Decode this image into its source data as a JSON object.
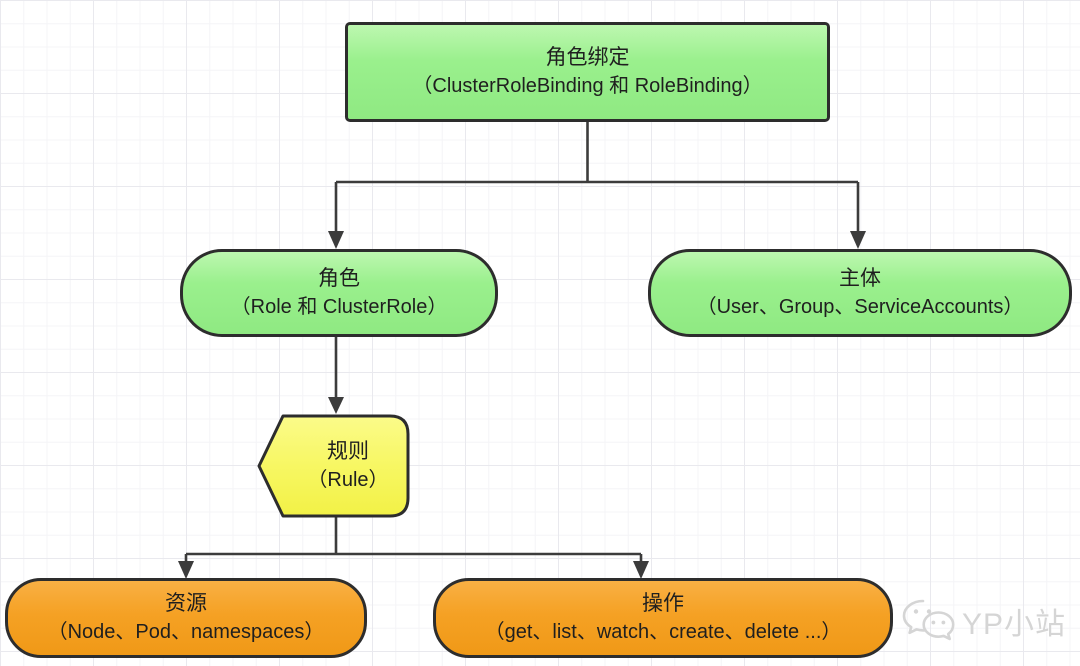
{
  "nodes": {
    "role_binding": {
      "title": "角色绑定",
      "subtitle": "（ClusterRoleBinding 和 RoleBinding）",
      "shape": "rectangle",
      "fill": "green"
    },
    "role": {
      "title": "角色",
      "subtitle": "（Role 和 ClusterRole）",
      "shape": "rounded",
      "fill": "green"
    },
    "subject": {
      "title": "主体",
      "subtitle": "（User、Group、ServiceAccounts）",
      "shape": "rounded",
      "fill": "green"
    },
    "rule": {
      "title": "规则",
      "subtitle": "（Rule）",
      "shape": "left-point-pentagon",
      "fill": "yellow"
    },
    "resource": {
      "title": "资源",
      "subtitle": "（Node、Pod、namespaces）",
      "shape": "rounded",
      "fill": "orange"
    },
    "operation": {
      "title": "操作",
      "subtitle": "（get、list、watch、create、delete ...）",
      "shape": "rounded",
      "fill": "orange"
    }
  },
  "edges": [
    {
      "from": "role_binding",
      "to": "role"
    },
    {
      "from": "role_binding",
      "to": "subject"
    },
    {
      "from": "role",
      "to": "rule"
    },
    {
      "from": "rule",
      "to": "resource"
    },
    {
      "from": "rule",
      "to": "operation"
    }
  ],
  "watermark": {
    "icon": "wechat-icon",
    "label": "YP小站"
  },
  "colors": {
    "green_top": "#bdf7b0",
    "green_bottom": "#8fe982",
    "yellow_top": "#fbfb82",
    "yellow_bottom": "#f2f146",
    "orange_top": "#f9b044",
    "orange_bottom": "#f09917",
    "border": "#2d2d2d",
    "connector": "#3c3c3c",
    "text": "#1f1f1f",
    "watermark": "#d5d5d5"
  }
}
